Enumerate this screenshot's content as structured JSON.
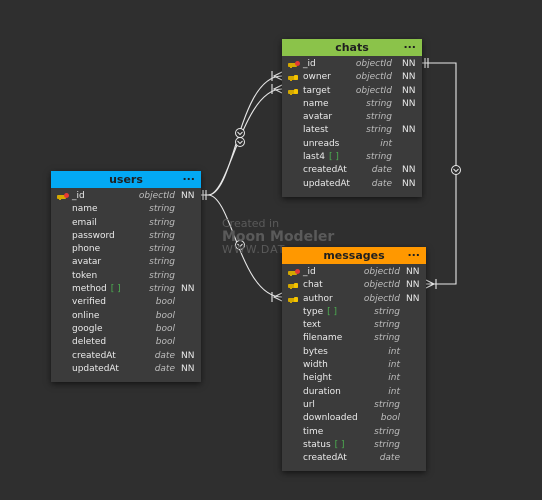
{
  "watermark": {
    "line1": "Created in",
    "line2": "Moon Modeler",
    "line3": "WWW.DAT"
  },
  "colors": {
    "users": "#03a9f4",
    "chats": "#8bc34a",
    "messages": "#ff9800",
    "wire": "#e8e8e8"
  },
  "entities": {
    "users": {
      "title": "users",
      "menu": "...",
      "rows": [
        {
          "name": "_id",
          "type": "objectId",
          "nn": "NN",
          "key": "pk"
        },
        {
          "name": "name",
          "type": "string",
          "nn": ""
        },
        {
          "name": "email",
          "type": "string",
          "nn": ""
        },
        {
          "name": "password",
          "type": "string",
          "nn": ""
        },
        {
          "name": "phone",
          "type": "string",
          "nn": ""
        },
        {
          "name": "avatar",
          "type": "string",
          "nn": ""
        },
        {
          "name": "token",
          "type": "string",
          "nn": ""
        },
        {
          "name": "method",
          "suffix": "[ ]",
          "type": "string",
          "nn": "NN"
        },
        {
          "name": "verified",
          "type": "bool",
          "nn": ""
        },
        {
          "name": "online",
          "type": "bool",
          "nn": ""
        },
        {
          "name": "google",
          "type": "bool",
          "nn": ""
        },
        {
          "name": "deleted",
          "type": "bool",
          "nn": ""
        },
        {
          "name": "createdAt",
          "type": "date",
          "nn": "NN"
        },
        {
          "name": "updatedAt",
          "type": "date",
          "nn": "NN"
        }
      ]
    },
    "chats": {
      "title": "chats",
      "menu": "...",
      "rows": [
        {
          "name": "_id",
          "type": "objectId",
          "nn": "NN",
          "key": "pk"
        },
        {
          "name": "owner",
          "type": "objectId",
          "nn": "NN",
          "key": "fk"
        },
        {
          "name": "target",
          "type": "objectId",
          "nn": "NN",
          "key": "fk"
        },
        {
          "name": "name",
          "type": "string",
          "nn": "NN"
        },
        {
          "name": "avatar",
          "type": "string",
          "nn": ""
        },
        {
          "name": "latest",
          "type": "string",
          "nn": "NN"
        },
        {
          "name": "unreads",
          "type": "int",
          "nn": ""
        },
        {
          "name": "last4",
          "suffix": "[ ]",
          "type": "string",
          "nn": ""
        },
        {
          "name": "createdAt",
          "type": "date",
          "nn": "NN"
        },
        {
          "name": "updatedAt",
          "type": "date",
          "nn": "NN"
        }
      ]
    },
    "messages": {
      "title": "messages",
      "menu": "...",
      "rows": [
        {
          "name": "_id",
          "type": "objectId",
          "nn": "NN",
          "key": "pk"
        },
        {
          "name": "chat",
          "type": "objectId",
          "nn": "NN",
          "key": "fk"
        },
        {
          "name": "author",
          "type": "objectId",
          "nn": "NN",
          "key": "fk"
        },
        {
          "name": "type",
          "suffix": "[ ]",
          "type": "string",
          "nn": ""
        },
        {
          "name": "text",
          "type": "string",
          "nn": ""
        },
        {
          "name": "filename",
          "type": "string",
          "nn": ""
        },
        {
          "name": "bytes",
          "type": "int",
          "nn": ""
        },
        {
          "name": "width",
          "type": "int",
          "nn": ""
        },
        {
          "name": "height",
          "type": "int",
          "nn": ""
        },
        {
          "name": "duration",
          "type": "int",
          "nn": ""
        },
        {
          "name": "url",
          "type": "string",
          "nn": ""
        },
        {
          "name": "downloaded",
          "type": "bool",
          "nn": ""
        },
        {
          "name": "time",
          "type": "string",
          "nn": ""
        },
        {
          "name": "status",
          "suffix": "[ ]",
          "type": "string",
          "nn": ""
        },
        {
          "name": "createdAt",
          "type": "date",
          "nn": ""
        }
      ]
    }
  }
}
